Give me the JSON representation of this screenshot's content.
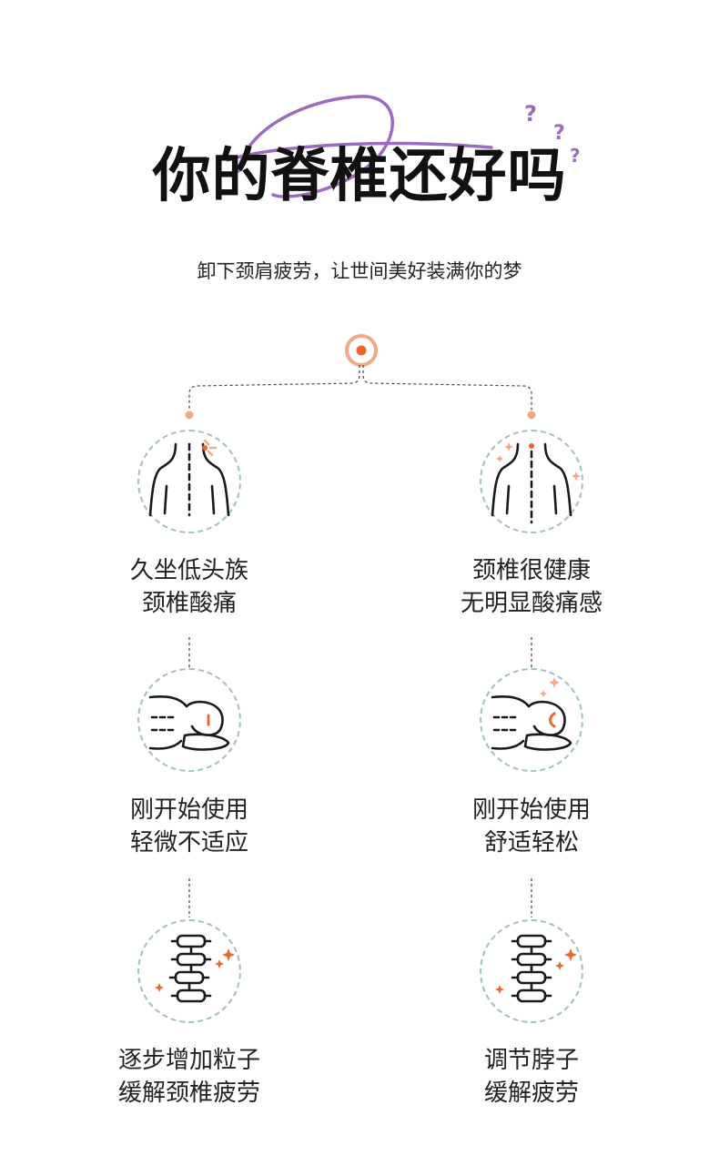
{
  "header": {
    "title": "你的脊椎还好吗",
    "subtitle": "卸下颈肩疲劳，让世间美好装满你的梦"
  },
  "colors": {
    "accent_purple": "#9b6bbf",
    "accent_orange": "#e8692f",
    "accent_peach": "#f2a988",
    "circle_border": "#9fc2b8"
  },
  "left_column": [
    {
      "icon": "back-pain-icon",
      "line1": "久坐低头族",
      "line2": "颈椎酸痛"
    },
    {
      "icon": "pillow-sleep-icon",
      "line1": "刚开始使用",
      "line2": "轻微不适应"
    },
    {
      "icon": "spine-icon",
      "line1": "逐步增加粒子",
      "line2": "缓解颈椎疲劳"
    }
  ],
  "right_column": [
    {
      "icon": "healthy-back-icon",
      "line1": "颈椎很健康",
      "line2": "无明显酸痛感"
    },
    {
      "icon": "pillow-comfort-icon",
      "line1": "刚开始使用",
      "line2": "舒适轻松"
    },
    {
      "icon": "spine-relief-icon",
      "line1": "调节脖子",
      "line2": "缓解疲劳"
    }
  ]
}
